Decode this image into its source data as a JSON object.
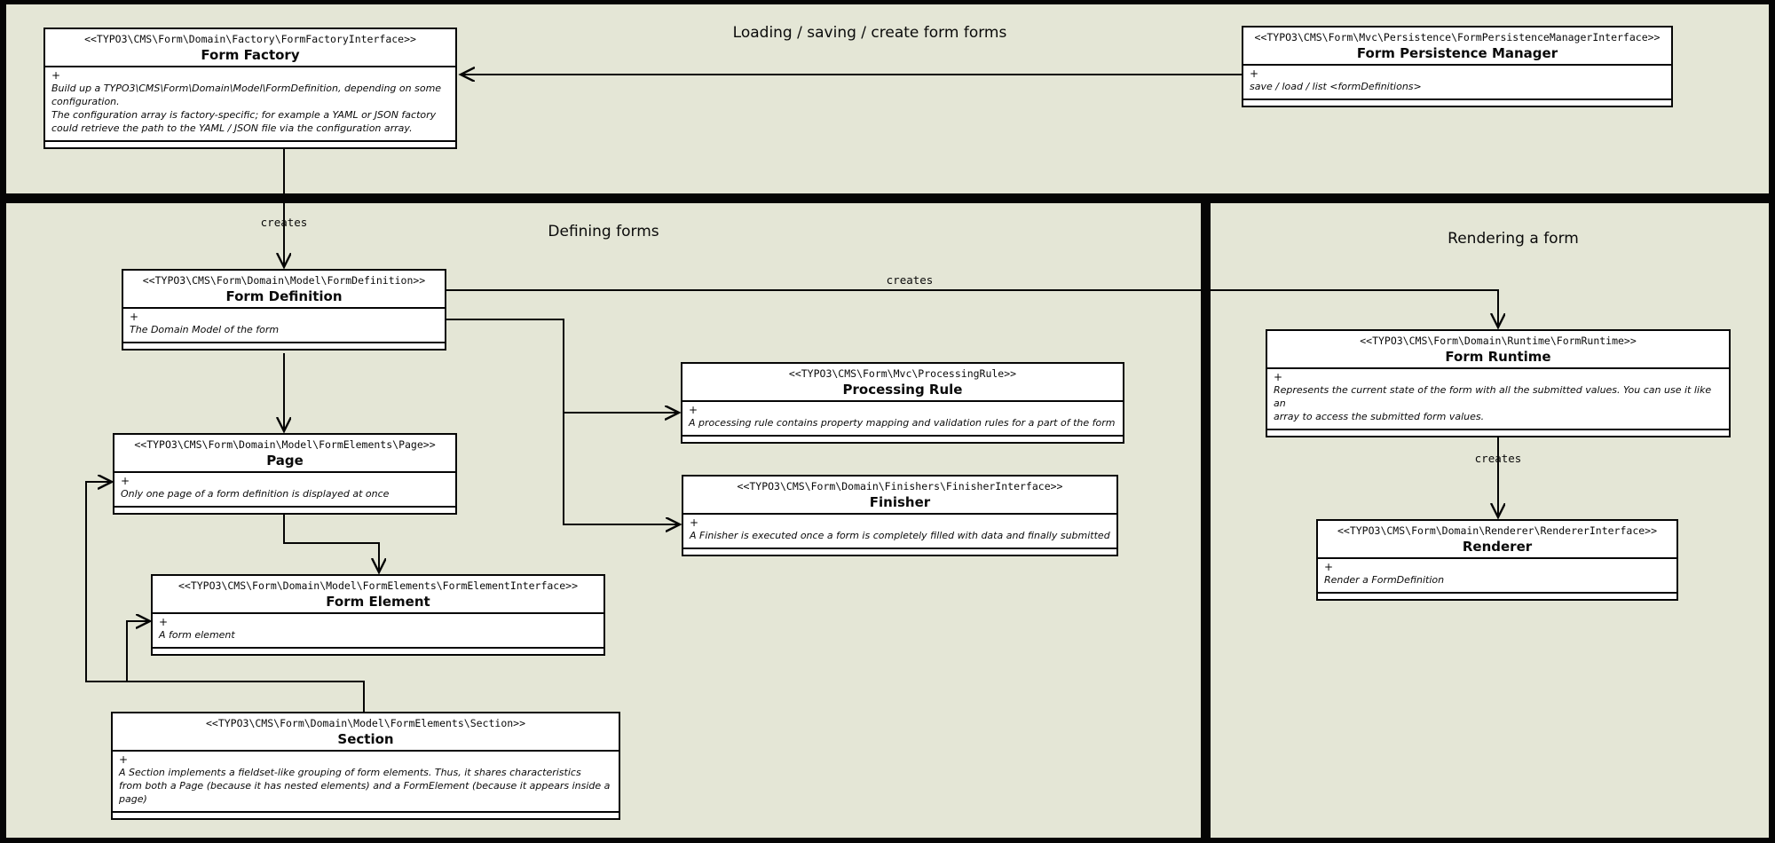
{
  "sections": {
    "loading": {
      "title": "Loading / saving / create form forms"
    },
    "defining": {
      "title": "Defining forms"
    },
    "rendering": {
      "title": "Rendering a form"
    }
  },
  "labels": {
    "creates_factory_to_definition": "creates",
    "creates_definition_to_runtime": "creates",
    "creates_runtime_to_renderer": "creates"
  },
  "classes": {
    "form_factory": {
      "stereotype": "<<TYPO3\\CMS\\Form\\Domain\\Factory\\FormFactoryInterface>>",
      "name": "Form Factory",
      "visibility": "+",
      "description": "Build up a TYPO3\\CMS\\Form\\Domain\\Model\\FormDefinition, depending on some configuration.\nThe configuration array is factory-specific; for example a YAML or JSON factory\ncould retrieve the path to the YAML / JSON file via the configuration array."
    },
    "form_persistence_manager": {
      "stereotype": "<<TYPO3\\CMS\\Form\\Mvc\\Persistence\\FormPersistenceManagerInterface>>",
      "name": "Form Persistence Manager",
      "visibility": "+",
      "description": "save / load / list <formDefinitions>"
    },
    "form_definition": {
      "stereotype": "<<TYPO3\\CMS\\Form\\Domain\\Model\\FormDefinition>>",
      "name": "Form Definition",
      "visibility": "+",
      "description": "The Domain Model of the form"
    },
    "page": {
      "stereotype": "<<TYPO3\\CMS\\Form\\Domain\\Model\\FormElements\\Page>>",
      "name": "Page",
      "visibility": "+",
      "description": "Only one page of a form definition is displayed at once"
    },
    "form_element": {
      "stereotype": "<<TYPO3\\CMS\\Form\\Domain\\Model\\FormElements\\FormElementInterface>>",
      "name": "Form Element",
      "visibility": "+",
      "description": "A form element"
    },
    "section": {
      "stereotype": "<<TYPO3\\CMS\\Form\\Domain\\Model\\FormElements\\Section>>",
      "name": "Section",
      "visibility": "+",
      "description": "A Section implements a fieldset-like grouping of form elements. Thus, it shares characteristics\nfrom both a Page (because it has nested elements) and a FormElement (because it appears inside a\npage)"
    },
    "processing_rule": {
      "stereotype": "<<TYPO3\\CMS\\Form\\Mvc\\ProcessingRule>>",
      "name": "Processing Rule",
      "visibility": "+",
      "description": "A processing rule contains property mapping and validation rules for a part of the form"
    },
    "finisher": {
      "stereotype": "<<TYPO3\\CMS\\Form\\Domain\\Finishers\\FinisherInterface>>",
      "name": "Finisher",
      "visibility": "+",
      "description": "A Finisher is executed once a form is completely filled with data and finally submitted"
    },
    "form_runtime": {
      "stereotype": "<<TYPO3\\CMS\\Form\\Domain\\Runtime\\FormRuntime>>",
      "name": "Form Runtime",
      "visibility": "+",
      "description": "Represents the current state of the form with all the submitted values. You can use it like an\narray to access the submitted form values."
    },
    "renderer": {
      "stereotype": "<<TYPO3\\CMS\\Form\\Domain\\Renderer\\RendererInterface>>",
      "name": "Renderer",
      "visibility": "+",
      "description": "Render a FormDefinition"
    }
  }
}
